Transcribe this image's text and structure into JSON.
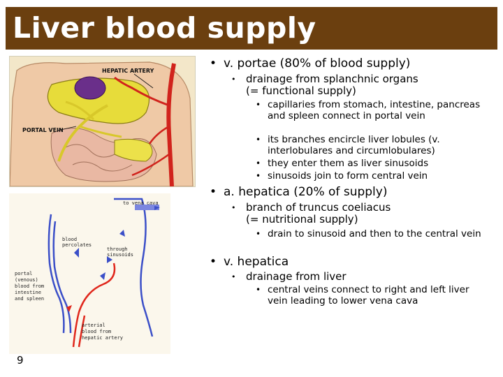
{
  "slide": {
    "title": "Liver blood supply",
    "page_number": "9",
    "colors": {
      "title_bar": "#6b3f0f",
      "title_text": "#ffffff"
    }
  },
  "figure1": {
    "labels": {
      "hepatic_artery": "HEPATIC ARTERY",
      "portal_vein": "PORTAL VEIN"
    }
  },
  "figure2": {
    "labels": {
      "to_vena_cava": "to vena cava",
      "blood_percolates_1": "blood",
      "blood_percolates_2": "percolates",
      "through_sinusoids_1": "through",
      "through_sinusoids_2": "sinusoids",
      "portal_1": "portal",
      "portal_2": "(venous)",
      "portal_3": "blood from",
      "portal_4": "intestine",
      "portal_5": "and spleen",
      "arterial_1": "arterial",
      "arterial_2": "blood from",
      "arterial_3": "hepatic artery"
    }
  },
  "bullets": {
    "b1": {
      "text": "v. portae (80% of blood supply)",
      "sub1": "drainage from splanchnic organs",
      "sub1b": "(= functional supply)",
      "s1": "capillaries from stomach, intestine, pancreas and spleen connect in portal vein",
      "s2": "its branches encircle liver lobules (v. interlobulares and circumlobulares)",
      "s3": "they enter them as liver sinusoids",
      "s4": "sinusoids join to form central vein"
    },
    "b2": {
      "text": "a. hepatica (20% of supply)",
      "sub1": "branch of truncus coeliacus",
      "sub1b": "(= nutritional supply)",
      "s1": "drain to sinusoid and then to the central vein"
    },
    "b3": {
      "text": "v. hepatica",
      "sub1": "drainage from liver",
      "s1": "central veins connect to right and left liver vein leading to lower vena cava"
    }
  }
}
